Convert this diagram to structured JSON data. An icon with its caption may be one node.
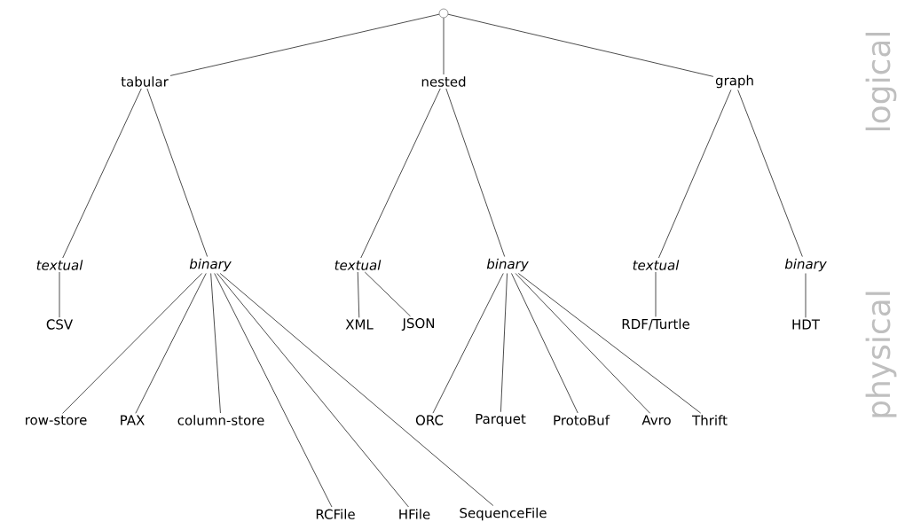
{
  "diagram": {
    "nodes": [
      {
        "text": [],
        "shape": "circle"
      },
      {
        "text": [
          "tabular"
        ]
      },
      {
        "text": [
          "nested"
        ]
      },
      {
        "text": [
          "graph"
        ]
      },
      {
        "text": [
          "textual"
        ]
      },
      {
        "text": [
          "binary"
        ]
      },
      {
        "text": [
          "textual"
        ]
      },
      {
        "text": [
          "binary"
        ]
      },
      {
        "text": [
          "textual"
        ]
      },
      {
        "text": [
          "binary"
        ]
      },
      {
        "text": [
          "CSV"
        ]
      },
      {
        "text": [
          "XML"
        ]
      },
      {
        "text": [
          "JSON"
        ]
      },
      {
        "text": [
          "RDF/Turtle"
        ]
      },
      {
        "text": [
          "HDT"
        ]
      },
      {
        "text": [
          "row-store"
        ]
      },
      {
        "text": [
          "PAX"
        ]
      },
      {
        "text": [
          "column-store"
        ]
      },
      {
        "text": [
          "ORC"
        ]
      },
      {
        "text": [
          "Parquet"
        ]
      },
      {
        "text": [
          "ProtoBuf"
        ]
      },
      {
        "text": [
          "Avro"
        ]
      },
      {
        "text": [
          "Thrift"
        ]
      },
      {
        "text": [
          "RCFile"
        ]
      },
      {
        "text": [
          "HFile"
        ]
      },
      {
        "text": [
          "SequenceFile"
        ]
      }
    ],
    "edges": [
      {
        "from": 0,
        "to": 1,
        "arrow": "none"
      },
      {
        "from": 0,
        "to": 2,
        "arrow": "none"
      },
      {
        "from": 0,
        "to": 3,
        "arrow": "none"
      },
      {
        "from": 1,
        "to": 4,
        "arrow": "none"
      },
      {
        "from": 1,
        "to": 5,
        "arrow": "none"
      },
      {
        "from": 2,
        "to": 6,
        "arrow": "none"
      },
      {
        "from": 2,
        "to": 7,
        "arrow": "none"
      },
      {
        "from": 3,
        "to": 8,
        "arrow": "none"
      },
      {
        "from": 3,
        "to": 9,
        "arrow": "none"
      },
      {
        "from": 4,
        "to": 10,
        "arrow": "none"
      },
      {
        "from": 5,
        "to": 15,
        "arrow": "none"
      },
      {
        "from": 5,
        "to": 16,
        "arrow": "none"
      },
      {
        "from": 5,
        "to": 17,
        "arrow": "none"
      },
      {
        "from": 5,
        "to": 23,
        "arrow": "none"
      },
      {
        "from": 5,
        "to": 24,
        "arrow": "none"
      },
      {
        "from": 5,
        "to": 25,
        "arrow": "none"
      },
      {
        "from": 6,
        "to": 11,
        "arrow": "none"
      },
      {
        "from": 6,
        "to": 12,
        "arrow": "none"
      },
      {
        "from": 7,
        "to": 18,
        "arrow": "none"
      },
      {
        "from": 7,
        "to": 19,
        "arrow": "none"
      },
      {
        "from": 7,
        "to": 20,
        "arrow": "none"
      },
      {
        "from": 7,
        "to": 21,
        "arrow": "none"
      },
      {
        "from": 7,
        "to": 22,
        "arrow": "none"
      },
      {
        "from": 8,
        "to": 13,
        "arrow": "none"
      },
      {
        "from": 9,
        "to": 14,
        "arrow": "none"
      }
    ],
    "labels": [
      "logical",
      "physical"
    ]
  }
}
